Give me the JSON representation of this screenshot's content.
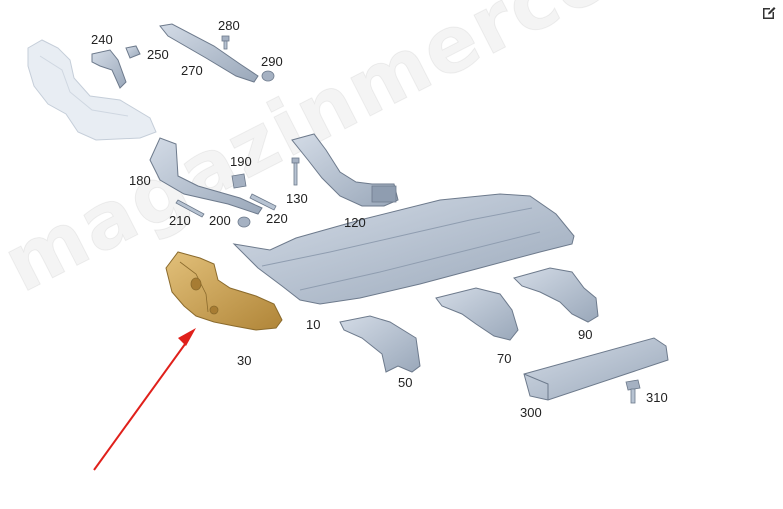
{
  "watermark": "magazinmercedes.ru",
  "edit_icon": "edit-pencil-icon",
  "colors": {
    "part_fill": "#b7c3d2",
    "part_stroke": "#6d7a8c",
    "ghost_fill": "#e6ebf1",
    "highlight_fill": "#c9a25a",
    "highlight_stroke": "#8a6a2c",
    "arrow": "#e0201b"
  },
  "callouts": [
    {
      "id": "240",
      "label": "240"
    },
    {
      "id": "250",
      "label": "250"
    },
    {
      "id": "270",
      "label": "270"
    },
    {
      "id": "280",
      "label": "280"
    },
    {
      "id": "290",
      "label": "290"
    },
    {
      "id": "180",
      "label": "180"
    },
    {
      "id": "190",
      "label": "190"
    },
    {
      "id": "130",
      "label": "130"
    },
    {
      "id": "120",
      "label": "120"
    },
    {
      "id": "210",
      "label": "210"
    },
    {
      "id": "200",
      "label": "200"
    },
    {
      "id": "220",
      "label": "220"
    },
    {
      "id": "10",
      "label": "10"
    },
    {
      "id": "30",
      "label": "30"
    },
    {
      "id": "50",
      "label": "50"
    },
    {
      "id": "70",
      "label": "70"
    },
    {
      "id": "90",
      "label": "90"
    },
    {
      "id": "300",
      "label": "300"
    },
    {
      "id": "310",
      "label": "310"
    }
  ]
}
